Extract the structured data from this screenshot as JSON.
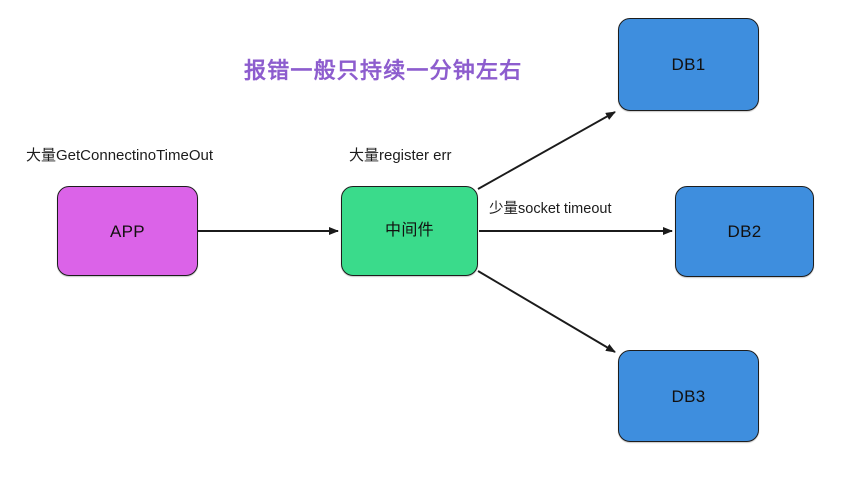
{
  "diagram": {
    "title": "报错一般只持续一分钟左右",
    "title_color": "#8d5dce",
    "background_color": "#ffffff",
    "nodes": [
      {
        "id": "app",
        "label": "APP",
        "fill": "#db63e8",
        "stroke": "#1d1d1d"
      },
      {
        "id": "mid",
        "label": "中间件",
        "fill": "#3adb8b",
        "stroke": "#1d1d1d"
      },
      {
        "id": "db1",
        "label": "DB1",
        "fill": "#3e8ede",
        "stroke": "#1d1d1d"
      },
      {
        "id": "db2",
        "label": "DB2",
        "fill": "#3e8ede",
        "stroke": "#1d1d1d"
      },
      {
        "id": "db3",
        "label": "DB3",
        "fill": "#3e8ede",
        "stroke": "#1d1d1d"
      }
    ],
    "captions": {
      "app_error": "大量GetConnectinoTimeOut",
      "mid_error": "大量register err",
      "socket_timeout": "少量socket timeout"
    },
    "edges": [
      {
        "id": "app-to-mid",
        "from": "app",
        "to": "mid",
        "label": ""
      },
      {
        "id": "mid-to-db1",
        "from": "mid",
        "to": "db1",
        "label": ""
      },
      {
        "id": "mid-to-db2",
        "from": "mid",
        "to": "db2",
        "label": "少量socket timeout"
      },
      {
        "id": "mid-to-db3",
        "from": "mid",
        "to": "db3",
        "label": ""
      }
    ]
  }
}
